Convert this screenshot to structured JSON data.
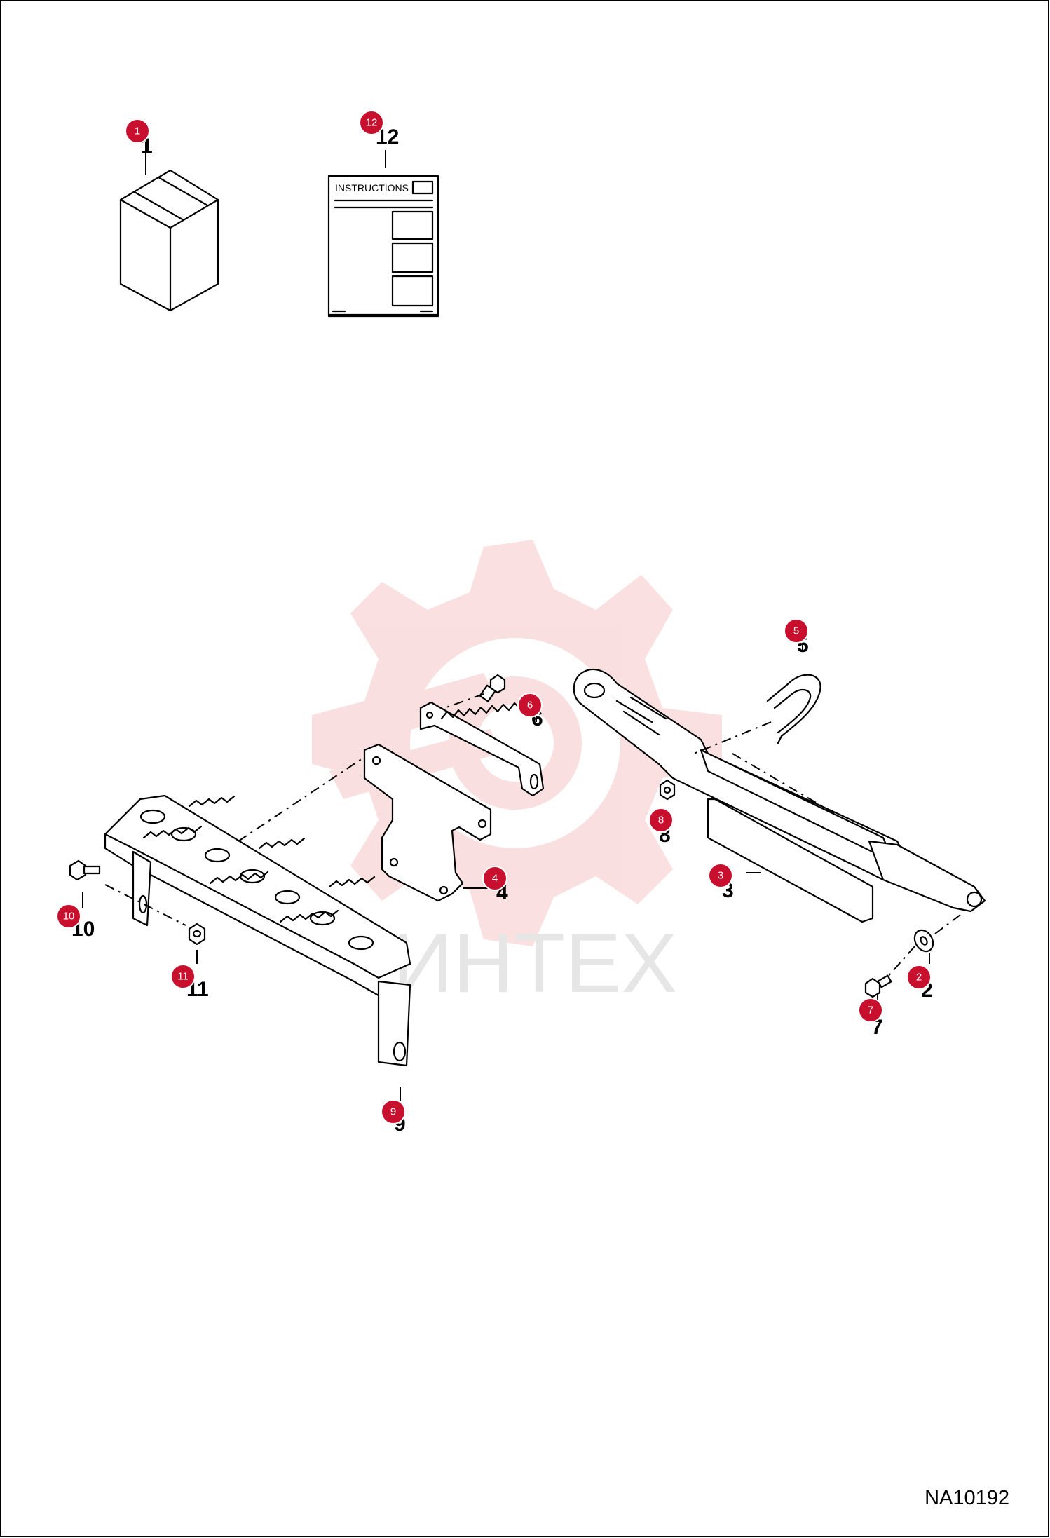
{
  "figure_id": "NA10192",
  "instructions_label": "INSTRUCTIONS",
  "watermark_text": "ИНТЕХ",
  "colors": {
    "badge": "#c8102e",
    "watermark": "#f5c6c6"
  },
  "callouts": [
    {
      "number": "1",
      "label": "1"
    },
    {
      "number": "2",
      "label": "2"
    },
    {
      "number": "3",
      "label": "3"
    },
    {
      "number": "4",
      "label": "4"
    },
    {
      "number": "5",
      "label": "5"
    },
    {
      "number": "6",
      "label": "6"
    },
    {
      "number": "7",
      "label": "7"
    },
    {
      "number": "8",
      "label": "8"
    },
    {
      "number": "9",
      "label": "9"
    },
    {
      "number": "10",
      "label": "10"
    },
    {
      "number": "11",
      "label": "11"
    },
    {
      "number": "12",
      "label": "12"
    }
  ]
}
